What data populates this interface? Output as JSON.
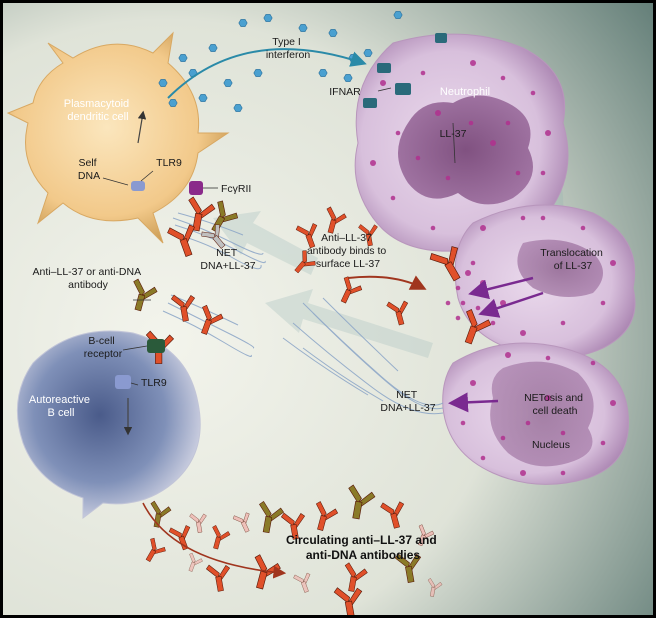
{
  "colors": {
    "background_light": "#eef0e6",
    "background_dark": "#5e7a74",
    "pdc_fill": "#f2c98a",
    "neutrophil_fill": "#d8c0dc",
    "bcell_fill": "#7f90b8",
    "antibody_red": "#e0502a",
    "antibody_olive": "#8a7a28",
    "interferon_blue": "#4aa0d0",
    "arrow_purple": "#7a2a90",
    "arrow_teal": "#2a8aa8"
  },
  "labels": {
    "pdc": [
      "Plasmacytoid",
      "dendritic cell"
    ],
    "type1_ifn": [
      "Type I",
      "interferon"
    ],
    "ifnar": "IFNAR",
    "neutrophil": "Neutrophil",
    "ll37": "LL-37",
    "self_dna": [
      "Self",
      "DNA"
    ],
    "tlr9_pdc": "TLR9",
    "fcgr": "FcγRII",
    "anti_ll37_binds": [
      "Anti–LL-37",
      "antibody binds to",
      "surface LL-37"
    ],
    "translocation": [
      "Translocation",
      "of LL-37"
    ],
    "net_top": [
      "NET",
      "DNA+LL-37"
    ],
    "anti_ll37_dna": [
      "Anti–LL-37 or anti-DNA",
      "antibody"
    ],
    "bcell_receptor": [
      "B-cell",
      "receptor"
    ],
    "tlr9_b": "TLR9",
    "autoreactive": [
      "Autoreactive",
      "B cell"
    ],
    "net_bottom": [
      "NET",
      "DNA+LL-37"
    ],
    "netosis": [
      "NETosis and",
      "cell death"
    ],
    "nucleus": "Nucleus",
    "circulating": [
      "Circulating anti–LL-37 and",
      "anti-DNA antibodies"
    ]
  }
}
